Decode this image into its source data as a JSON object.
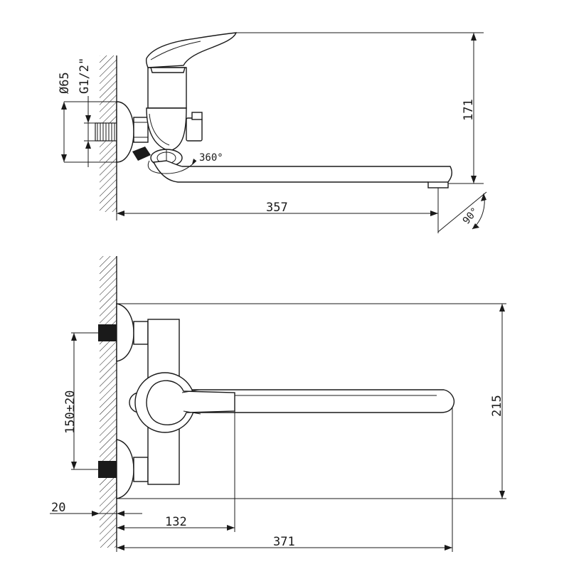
{
  "side_view": {
    "dim_diameter": "Ø65",
    "dim_thread": "G1/2\"",
    "dim_height": "171",
    "dim_length": "357",
    "dim_spout_rotation": "360°",
    "dim_outlet_angle": "90°"
  },
  "top_view": {
    "dim_center_distance": "150±20",
    "dim_height": "215",
    "dim_wall_offset": "20",
    "dim_handle_distance": "132",
    "dim_total_length": "371"
  },
  "colors": {
    "line": "#1a1a1a",
    "background": "#ffffff"
  }
}
